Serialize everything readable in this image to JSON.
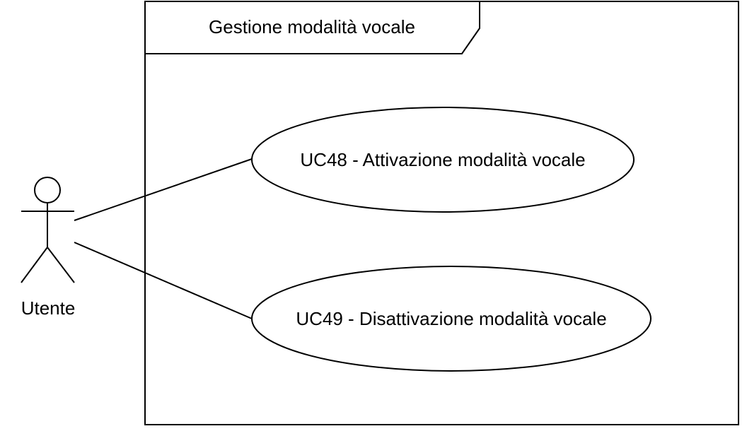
{
  "diagram": {
    "system": {
      "title": "Gestione modalità vocale"
    },
    "actor": {
      "name": "Utente"
    },
    "use_cases": [
      {
        "label": "UC48 - Attivazione modalità vocale"
      },
      {
        "label": "UC49 - Disattivazione modalità vocale"
      }
    ]
  }
}
